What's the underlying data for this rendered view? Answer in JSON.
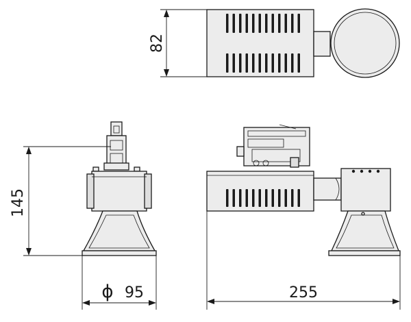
{
  "dimensions": {
    "top_view_height": "82",
    "front_view_height": "145",
    "diameter_symbol": "ϕ",
    "diameter": "95",
    "side_view_length": "255"
  }
}
